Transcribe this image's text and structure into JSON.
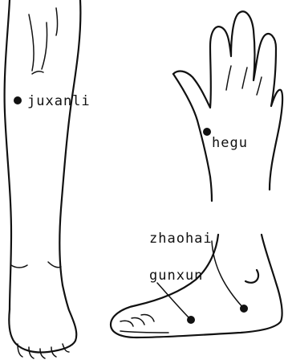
{
  "points": [
    {
      "key": "juxanli",
      "label": "juxanli"
    },
    {
      "key": "hegu",
      "label": "hegu"
    },
    {
      "key": "zhaohai",
      "label": "zhaohai"
    },
    {
      "key": "gunxun",
      "label": "gunxun"
    }
  ]
}
